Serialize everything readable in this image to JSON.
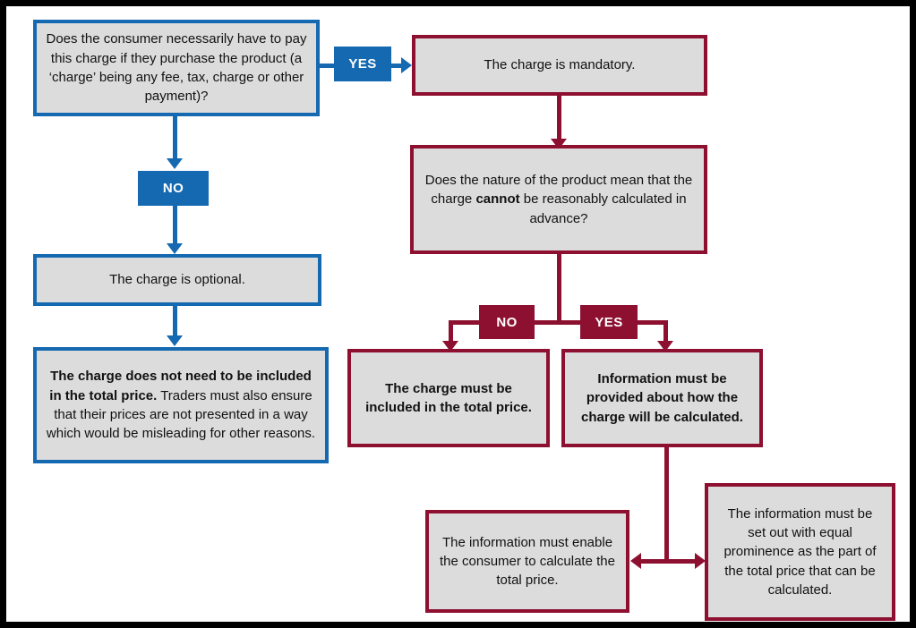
{
  "diagram": {
    "title": "Consumer charge inclusion decision flowchart",
    "colors": {
      "blue_branch": "#1569b0",
      "red_branch": "#8d1031",
      "node_fill": "#dcdcdc",
      "frame": "#000000",
      "text": "#111111"
    }
  },
  "nodes": {
    "q_must_pay": {
      "text": "Does the consumer necessarily have to pay this charge if they purchase the product (a ‘charge’ being any fee, tax, charge or other payment)?",
      "branch": "blue",
      "font_size": 15,
      "bold": false
    },
    "charge_mandatory": {
      "text": "The charge is mandatory.",
      "branch": "red",
      "font_size": 15,
      "bold": false
    },
    "q_cannot_calculate": {
      "text_before": "Does the nature of the product mean that the charge",
      "text_bold": "cannot",
      "text_after": "be reasonably calculated in advance?",
      "branch": "red",
      "font_size": 15
    },
    "charge_optional": {
      "text": "The charge is optional.",
      "branch": "blue",
      "font_size": 15,
      "bold": false
    },
    "not_need_included": {
      "text_bold": "The charge does not need to be included in the total price.",
      "text_after": "Traders must also ensure that their prices are not presented in a way which would be misleading for other reasons.",
      "branch": "blue",
      "font_size": 15
    },
    "must_be_included": {
      "text": "The charge must be included in the total price.",
      "branch": "red",
      "font_size": 15,
      "bold": true
    },
    "info_provided": {
      "text": "Information must be provided about how the charge will be calculated.",
      "branch": "red",
      "font_size": 15,
      "bold": true
    },
    "info_enable_calc": {
      "text": "The information must enable the consumer to calculate the total price.",
      "branch": "red",
      "font_size": 15,
      "bold": false
    },
    "info_equal_prominence": {
      "text": "The information must be set out with equal prominence as the part of the total price that can be calculated.",
      "branch": "red",
      "font_size": 15,
      "bold": false
    }
  },
  "badges": {
    "yes_top": {
      "label": "YES",
      "branch": "blue"
    },
    "no_left": {
      "label": "NO",
      "branch": "blue"
    },
    "no_mid": {
      "label": "NO",
      "branch": "red"
    },
    "yes_mid": {
      "label": "YES",
      "branch": "red"
    }
  }
}
